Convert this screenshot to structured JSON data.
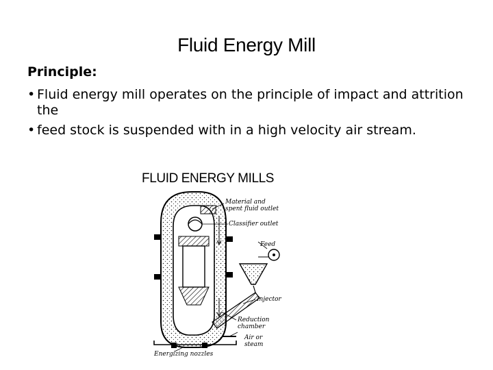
{
  "slide": {
    "title": "Fluid Energy Mill",
    "subheading": "Principle:",
    "bullets": [
      "Fluid energy mill operates on the principle of impact and attrition the",
      "feed stock is suspended with in a high velocity air stream."
    ]
  },
  "figure": {
    "title": "FLUID ENERGY MILLS",
    "labels": {
      "material_outlet_1": "Material and",
      "material_outlet_2": "spent fluid outlet",
      "classifier_outlet": "Classifier outlet",
      "feed": "Feed",
      "injector": "Injector",
      "reduction_1": "Reduction",
      "reduction_2": "chamber",
      "air_1": "Air or",
      "air_2": "steam",
      "nozzles": "Energizing nozzles"
    }
  }
}
